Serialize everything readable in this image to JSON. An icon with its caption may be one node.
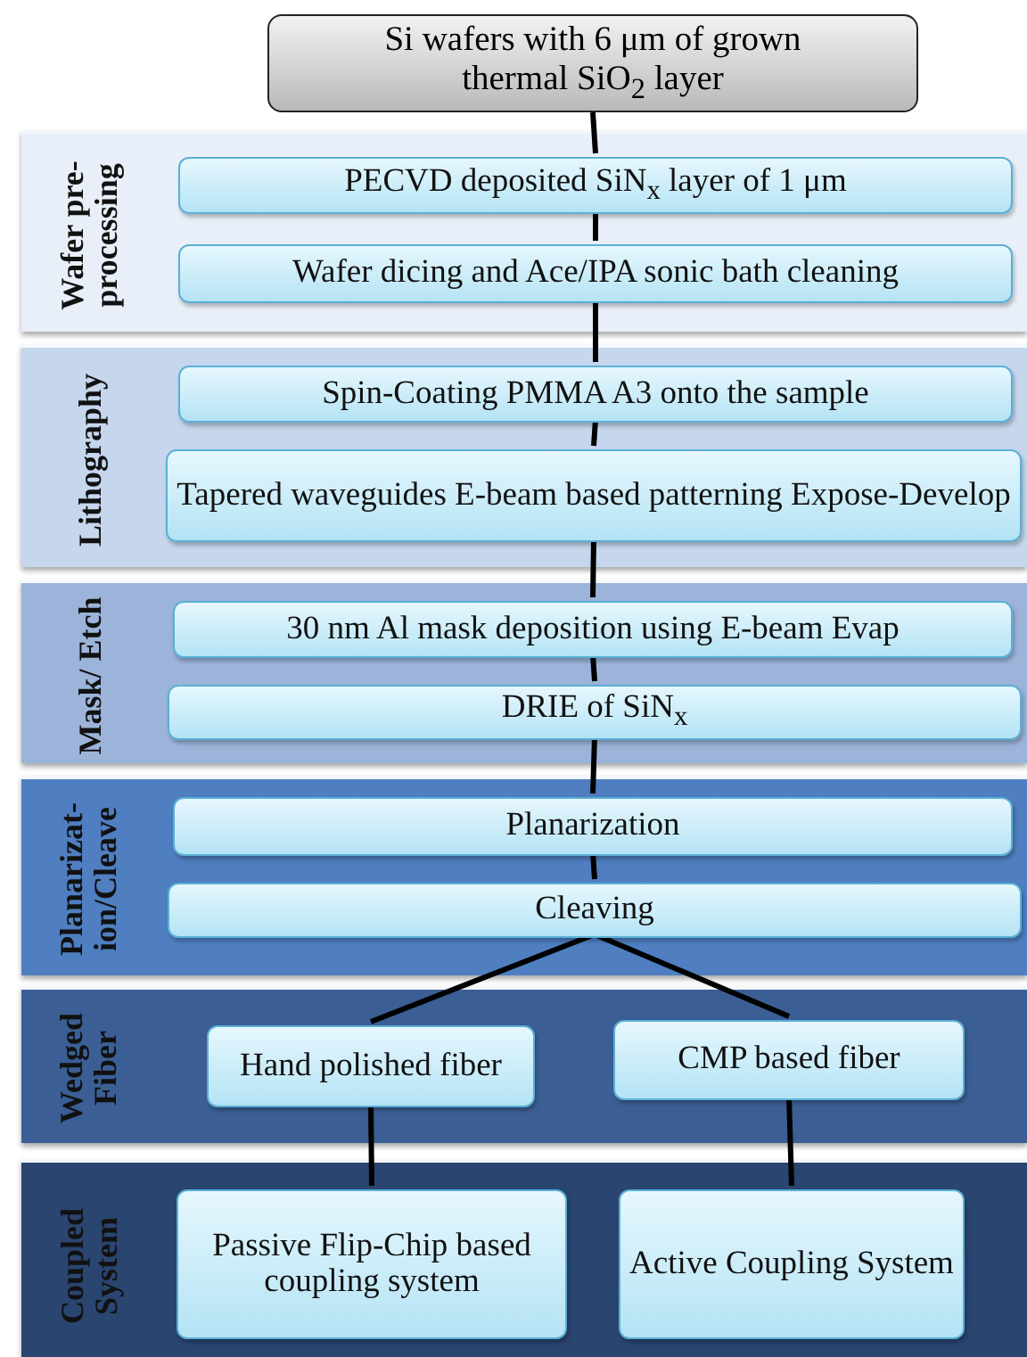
{
  "diagram": {
    "nodes": [
      {
        "text": [
          "Si wafers with 6 μm of grown thermal SiO$_{2}$ layer"
        ]
      },
      {
        "text": [
          "Wafer pre- processing"
        ]
      },
      {
        "text": [
          "PECVD deposited SiN$_{x}$ layer of 1 μm"
        ],
        "in": 1
      },
      {
        "text": [
          "Wafer dicing and Ace/IPA sonic bath cleaning"
        ],
        "in": 1
      },
      {
        "text": [
          "Lithography"
        ]
      },
      {
        "text": [
          "Spin-Coating PMMA A3 onto the sample"
        ],
        "in": 4
      },
      {
        "text": [
          "Tapered waveguides E-beam based patterning Expose-Develop"
        ],
        "in": 4
      },
      {
        "text": [
          "Mask/ Etch"
        ]
      },
      {
        "text": [
          "30 nm Al mask deposition using E-beam Evap"
        ],
        "in": 7
      },
      {
        "text": [
          "DRIE of SiN$_{x}$"
        ],
        "in": 7
      },
      {
        "text": [
          "Planarizat- ion/Cleave"
        ]
      },
      {
        "text": [
          "Planarization"
        ],
        "in": 10
      },
      {
        "text": [
          "Cleaving"
        ],
        "in": 10
      },
      {
        "text": [
          "Wedged Fiber"
        ]
      },
      {
        "text": [
          "Hand polished fiber"
        ],
        "in": 13
      },
      {
        "text": [
          "CMP based fiber"
        ],
        "in": 13
      },
      {
        "text": [
          "Coupled System"
        ]
      },
      {
        "text": [
          "Passive Flip-Chip based coupling system"
        ],
        "in": 16
      },
      {
        "text": [
          "Active Coupling System"
        ],
        "in": 16
      }
    ],
    "edges": [
      {
        "from": 0,
        "to": 2,
        "arrow": "none"
      },
      {
        "from": 2,
        "to": 3,
        "arrow": "none"
      },
      {
        "from": 3,
        "to": 5,
        "arrow": "none"
      },
      {
        "from": 5,
        "to": 6,
        "arrow": "none"
      },
      {
        "from": 6,
        "to": 8,
        "arrow": "none"
      },
      {
        "from": 8,
        "to": 9,
        "arrow": "none"
      },
      {
        "from": 9,
        "to": 11,
        "arrow": "none"
      },
      {
        "from": 11,
        "to": 12,
        "arrow": "none"
      },
      {
        "from": 12,
        "to": 14,
        "arrow": "none"
      },
      {
        "from": 12,
        "to": 15,
        "arrow": "none"
      },
      {
        "from": 14,
        "to": 17,
        "arrow": "none"
      },
      {
        "from": 15,
        "to": 18,
        "arrow": "none"
      }
    ]
  }
}
